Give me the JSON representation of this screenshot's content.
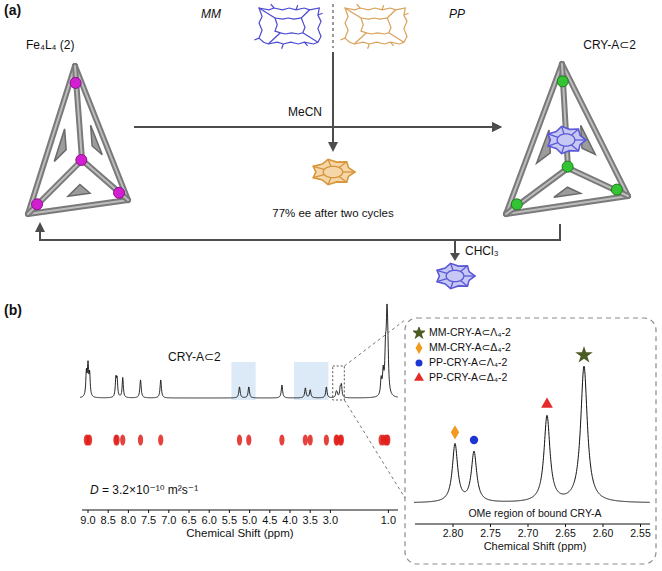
{
  "diagram": {
    "nodes": [
      {
        "text": [
          "MM",
          "PP"
        ]
      },
      {
        "text": [
          "Fe₄L₄ (2)"
        ]
      },
      {
        "text": [
          "CRY-A⊂2"
        ]
      },
      {
        "text": [
          "77% ee after two cycles"
        ]
      }
    ],
    "edges": [
      {
        "from": 1,
        "to": 2,
        "arrow": "to",
        "label": "MeCN"
      },
      {
        "from": 0,
        "to": 2,
        "arrow": "to"
      },
      {
        "from": 0,
        "to": 3,
        "arrow": "to"
      },
      {
        "from": 2,
        "to": 1,
        "arrow": "to",
        "label": "CHCl₃"
      }
    ],
    "labels": [
      "(a)",
      "(b)",
      "CRY-A⊂2",
      "D = 3.2×10⁻¹⁰ m²s⁻¹",
      "9.0",
      "8.5",
      "8.0",
      "7.5",
      "7.0",
      "6.5",
      "6.0",
      "5.5",
      "5.0",
      "4.5",
      "4.0",
      "3.5",
      "3.0",
      "1.0",
      "Chemical Shift (ppm)",
      "OMe region of bound CRY-A",
      "2.80",
      "2.75",
      "2.70",
      "2.65",
      "2.60",
      "2.55",
      "Chemical Shift (ppm)"
    ],
    "legend": [
      {
        "text": "MM-CRY-A⊂Λ₄-2"
      },
      {
        "text": "MM-CRY-A⊂Δ₄-2"
      },
      {
        "text": "PP-CRY-A⊂Λ₄-2"
      },
      {
        "text": "PP-CRY-A⊂Δ₄-2"
      }
    ]
  }
}
